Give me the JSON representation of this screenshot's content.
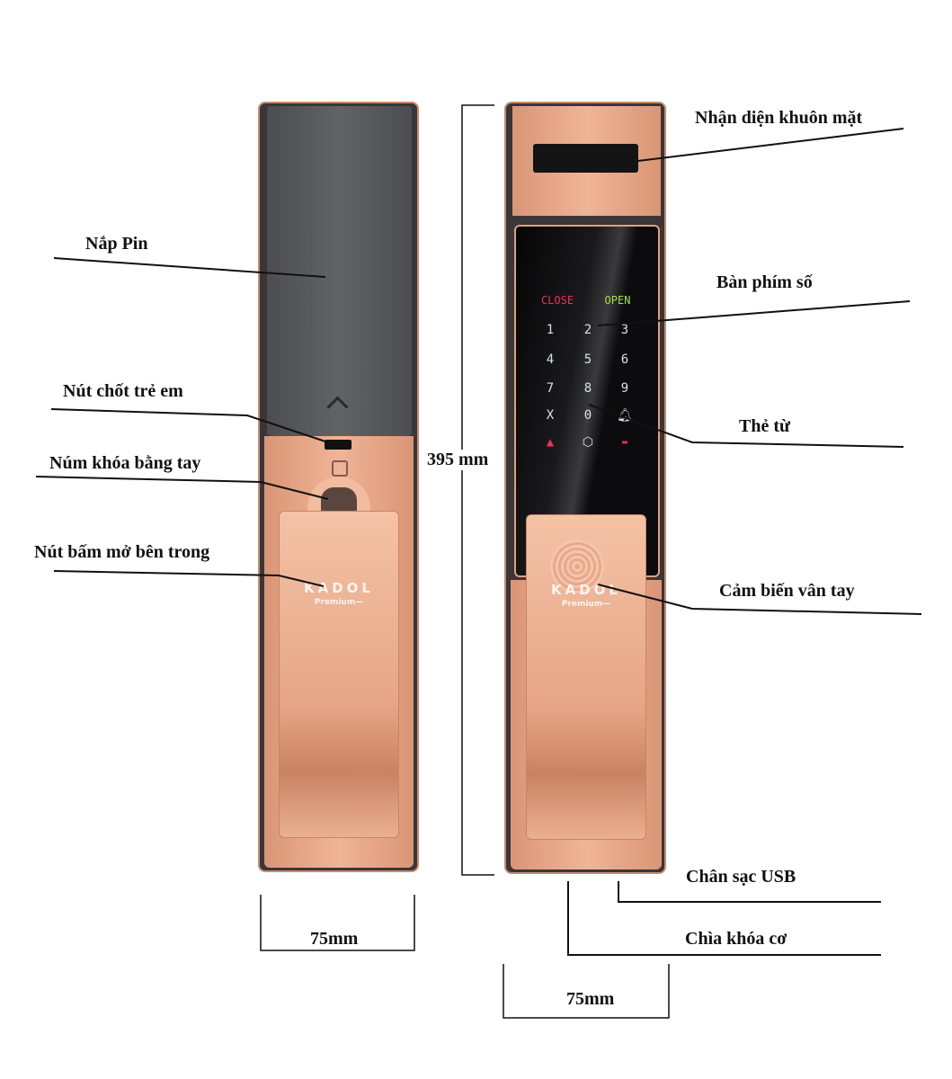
{
  "labels": {
    "battery_cover": "Nắp Pin",
    "child_lock": "Nút chốt trẻ em",
    "manual_knob": "Núm khóa bằng tay",
    "inside_button": "Nút bấm mở bên trong",
    "face_recognition": "Nhận diện khuôn mặt",
    "keypad": "Bàn phím số",
    "card": "Thẻ từ",
    "fingerprint": "Cảm biến vân tay",
    "usb": "Chân sạc USB",
    "mech_key": "Chìa khóa cơ"
  },
  "dimensions": {
    "height": "395 mm",
    "width_left": "75mm",
    "width_right": "75mm"
  },
  "keypad": {
    "close": "CLOSE",
    "open": "OPEN",
    "keys": [
      "1",
      "2",
      "3",
      "4",
      "5",
      "6",
      "7",
      "8",
      "9",
      "X",
      "0",
      "bell"
    ],
    "colors": {
      "close": "#e8325a",
      "open": "#9fe040",
      "keys": "#cfe3f0"
    }
  },
  "brand": {
    "name": "KADOL",
    "sub": "Premium—"
  },
  "colors": {
    "rose_gold": "#e8a98a",
    "frame": "#3a3536",
    "battery": "#56575a",
    "glass": "#0c0c0e"
  }
}
